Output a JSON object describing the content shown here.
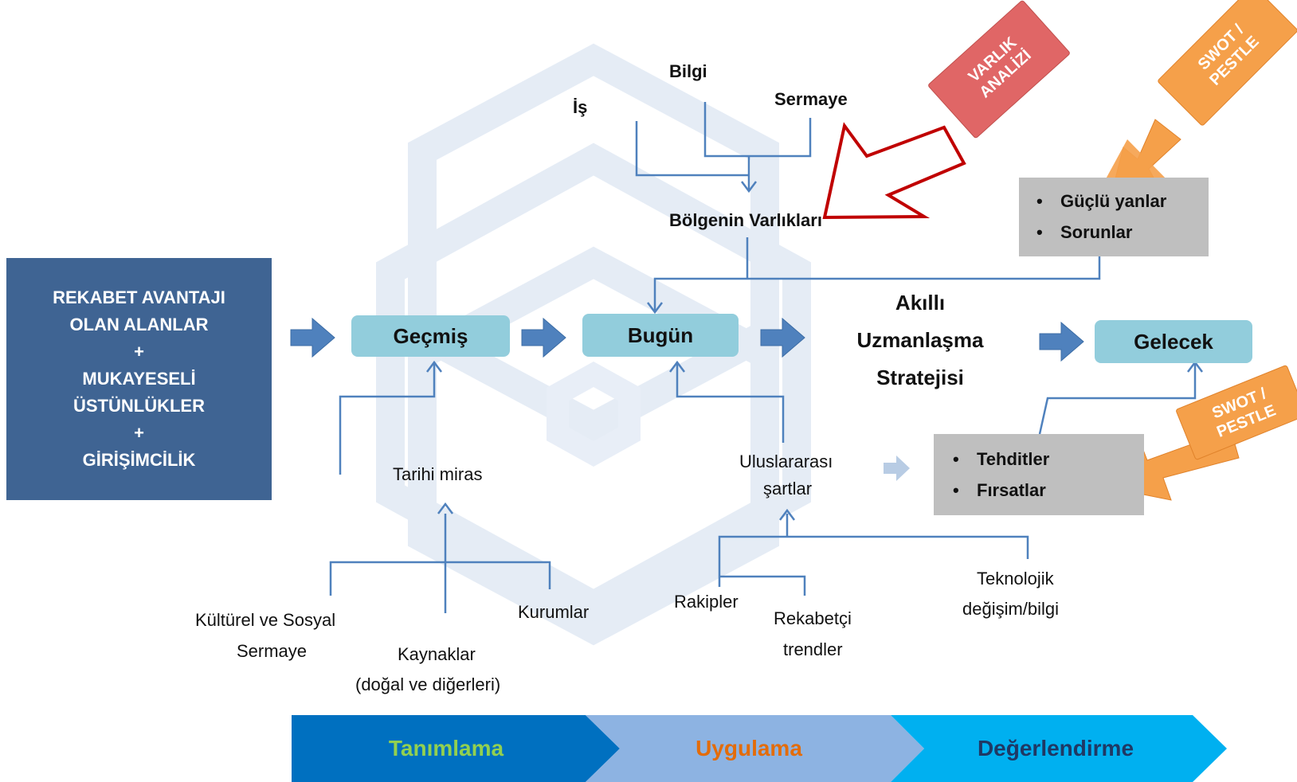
{
  "colors": {
    "line": "#4f81bd",
    "box_fill": "#92cddc",
    "gray_fill": "#bfbfbf",
    "rekabet_fill": "#3f6493",
    "phase1": "#0070c0",
    "phase2": "#8db3e2",
    "phase3": "#00b0f0",
    "phase1_text": "#92d050",
    "phase2_text": "#e36c09",
    "phase3_text": "#1f3864",
    "varlik_fill": "#e06666",
    "swot_fill": "#f5a04a",
    "watermark": "#dde6f2"
  },
  "top_labels": {
    "bilgi": "Bilgi",
    "is": "İş",
    "sermaye": "Sermaye",
    "bolgenin_varliklari": "Bölgenin Varlıkları"
  },
  "rekabet": {
    "line1": "REKABET AVANTAJI",
    "line2": "OLAN ALANLAR",
    "plus1": "+",
    "line3": "MUKAYESELİ",
    "line4": "ÜSTÜNLÜKLER",
    "plus2": "+",
    "line5": "GİRİŞİMCİLİK"
  },
  "boxes": {
    "gecmis": "Geçmiş",
    "bugun": "Bugün",
    "gelecek": "Gelecek"
  },
  "strategy": {
    "line1": "Akıllı",
    "line2": "Uzmanlaşma",
    "line3": "Stratejisi"
  },
  "strengths_box": {
    "items": [
      "Güçlü yanlar",
      "Sorunlar"
    ]
  },
  "threats_box": {
    "items": [
      "Tehditler",
      "Fırsatlar"
    ]
  },
  "lower_labels": {
    "tarihi_miras": "Tarihi miras",
    "uluslararasi_1": "Uluslararası",
    "uluslararasi_2": "şartlar",
    "kulturel_1": "Kültürel ve Sosyal",
    "kulturel_2": "Sermaye",
    "kaynaklar_1": "Kaynaklar",
    "kaynaklar_2": "(doğal ve diğerleri)",
    "kurumlar": "Kurumlar",
    "rakipler": "Rakipler",
    "rekabetci_1": "Rekabetçi",
    "rekabetci_2": "trendler",
    "teknolojik_1": "Teknolojik",
    "teknolojik_2": "değişim/bilgi"
  },
  "tags": {
    "varlik_1": "VARLIK",
    "varlik_2": "ANALİZİ",
    "swot_top_1": "SWOT /",
    "swot_top_2": "PESTLE",
    "swot_bottom_1": "SWOT /",
    "swot_bottom_2": "PESTLE"
  },
  "phases": [
    "Tanımlama",
    "Uygulama",
    "Değerlendirme"
  ]
}
